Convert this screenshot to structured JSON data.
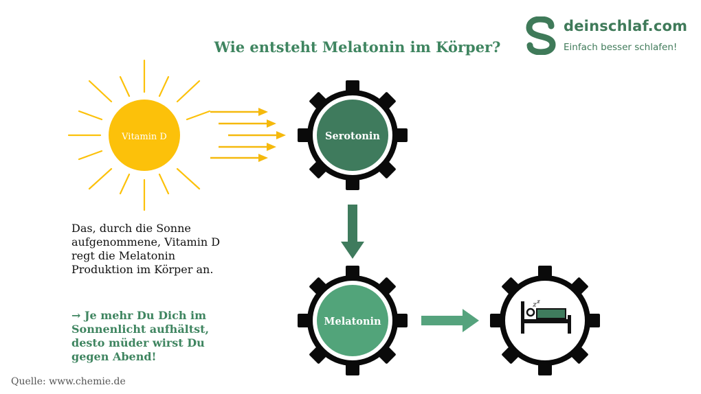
{
  "title": "Wie entsteht Melatonin im Körper?",
  "logo": {
    "name": "deinschlaf.com",
    "tagline": "Einfach besser schlafen!",
    "mark_icon": "s-logo-icon"
  },
  "nodes": {
    "sun": "Vitamin D",
    "gear1": "Serotonin",
    "gear2": "Melatonin",
    "gear3_icon": "bed-sleep-icon"
  },
  "description": "Das, durch die Sonne aufgenommene, Vitamin D regt die Melatonin Produktion im Körper an.",
  "highlight": "→ Je mehr Du Dich im Sonnenlicht aufhältst, desto müder wirst Du gegen Abend!",
  "source": "Quelle: www.chemie.de",
  "colors": {
    "sun": "#fcc10a",
    "serotonin": "#3f7b5d",
    "melatonin": "#52a47a",
    "arrow_yellow": "#f5b90c",
    "arrow_green_dark": "#3f7b5d",
    "arrow_green_light": "#55a37d",
    "gear": "#0a0a0a",
    "title": "#3f8560"
  }
}
